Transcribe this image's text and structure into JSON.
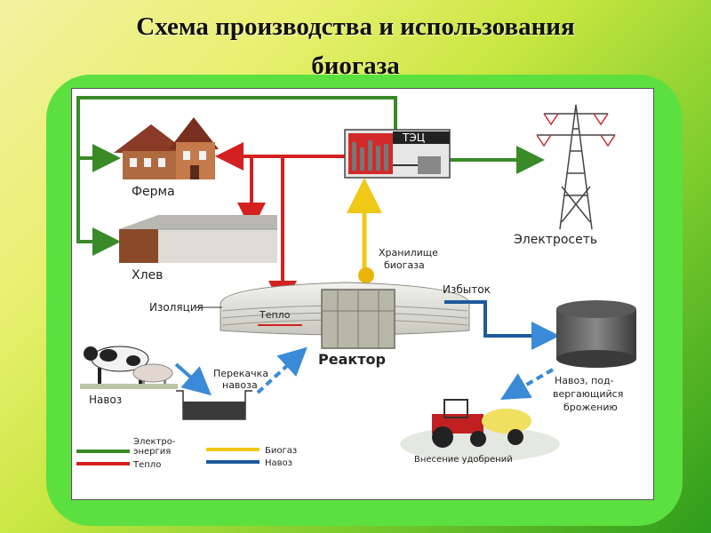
{
  "title": {
    "line1": "Схема производства и использования",
    "line2": "биогаза"
  },
  "labels": {
    "farm": "Ферма",
    "barn": "Хлев",
    "chp": "ТЭЦ",
    "grid": "Электросеть",
    "storage_1": "Хранилище",
    "storage_2": "биогаза",
    "excess": "Избыток",
    "insulation": "Изоляция",
    "heat": "Тепло",
    "reactor": "Реактор",
    "pump_1": "Перекачка",
    "pump_2": "навоза",
    "manure": "Навоз",
    "digestate_1": "Навоз, под-",
    "digestate_2": "вергающийся",
    "digestate_3": "брожению",
    "fertilizer": "Внесение удобрений"
  },
  "legend": [
    {
      "label_1": "Электро-",
      "label_2": "энергия",
      "color": "#3a8a28"
    },
    {
      "label_1": "Тепло",
      "label_2": "",
      "color": "#d42020"
    },
    {
      "label_1": "Биогаз",
      "label_2": "",
      "color": "#f0c818"
    },
    {
      "label_1": "Навоз",
      "label_2": "",
      "color": "#1c5a9c"
    }
  ],
  "colors": {
    "electricity": "#3a8a28",
    "heat": "#d42020",
    "biogas": "#f0c818",
    "manure": "#1c5a9c",
    "manure_light": "#3a8ad8"
  }
}
